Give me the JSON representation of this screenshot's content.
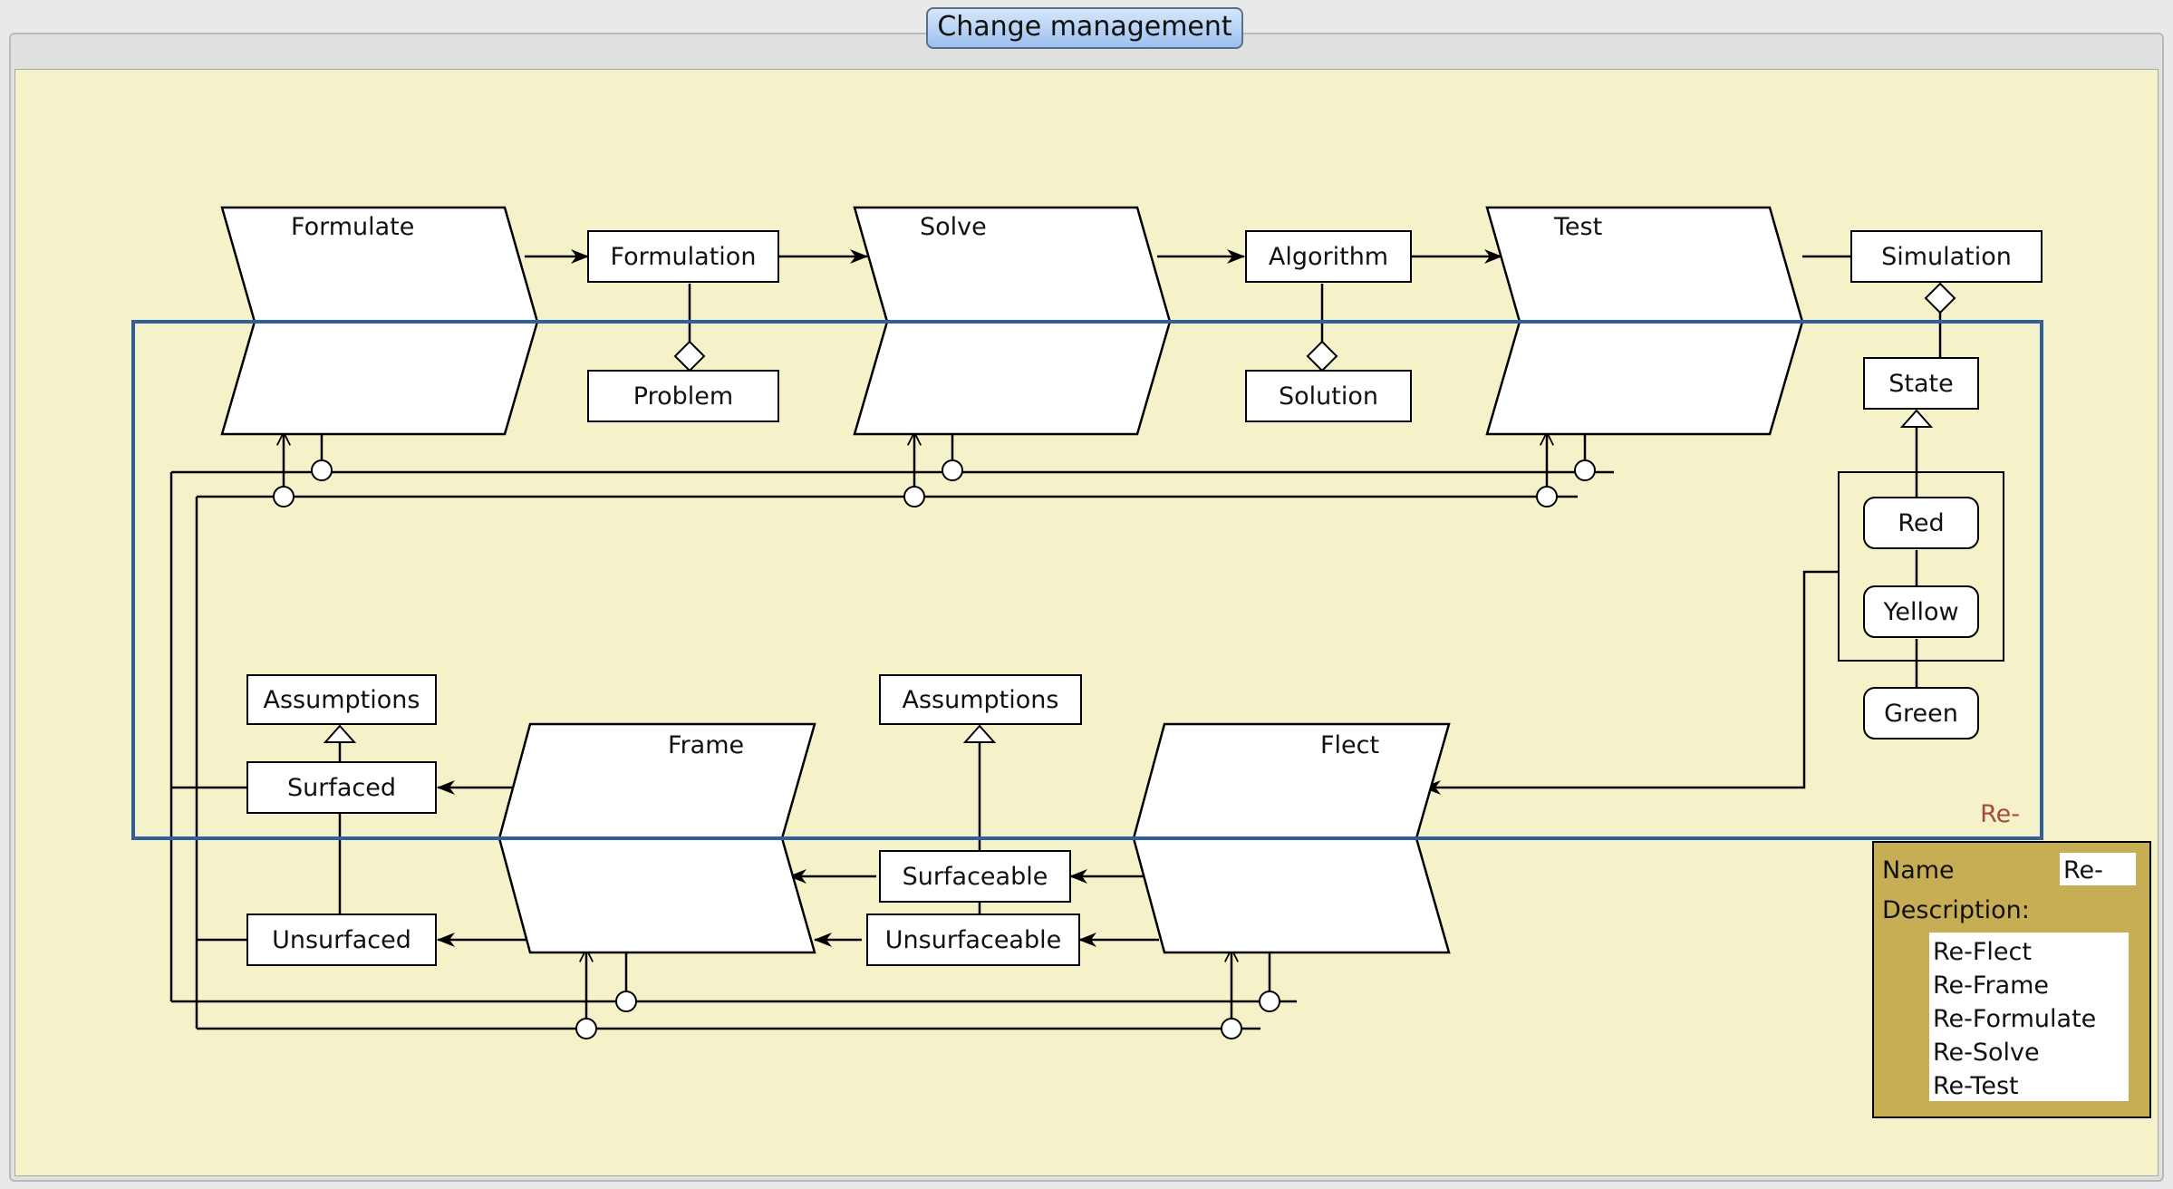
{
  "window": {
    "title": "Change management"
  },
  "diagram": {
    "processes": {
      "formulate": "Formulate",
      "solve": "Solve",
      "test": "Test",
      "frame": "Frame",
      "flect": "Flect"
    },
    "objects": {
      "formulation": "Formulation",
      "problem": "Problem",
      "algorithm": "Algorithm",
      "solution": "Solution",
      "simulation": "Simulation",
      "state": "State",
      "assumptions_left": "Assumptions",
      "surfaced": "Surfaced",
      "unsurfaced": "Unsurfaced",
      "assumptions_mid": "Assumptions",
      "surfaceable": "Surfaceable",
      "unsurfaceable": "Unsurfaceable"
    },
    "states": {
      "red": "Red",
      "yellow": "Yellow",
      "green": "Green"
    },
    "selection_label": "Re-"
  },
  "properties": {
    "name_label": "Name",
    "name_value": "Re-",
    "description_label": "Description:",
    "description_lines": [
      "Re-Flect",
      "Re-Frame",
      "Re-Formulate",
      "Re-Solve",
      "Re-Test"
    ]
  },
  "colors": {
    "canvas": "#f5f1c8",
    "selection": "#2f5f9e",
    "panel": "#c7ae55",
    "selection_text": "#a84a3a"
  }
}
